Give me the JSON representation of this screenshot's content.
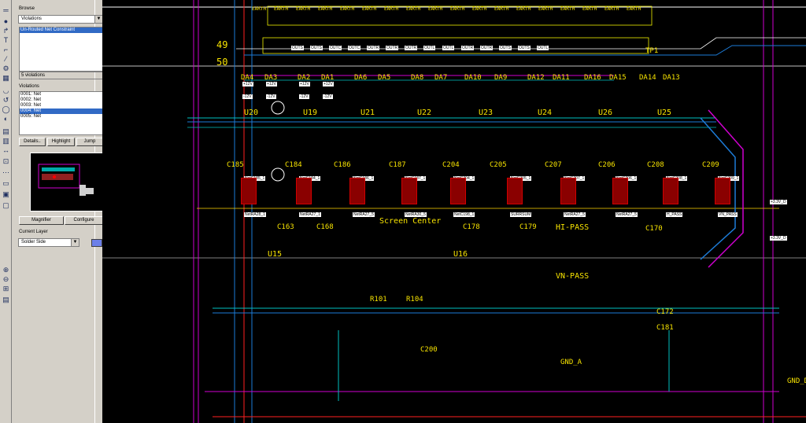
{
  "toolbar": {
    "icons": [
      "route-icon",
      "pointer-icon",
      "text-icon",
      "wire-icon",
      "pad-icon",
      "arc-icon",
      "zoom-icon",
      "layers-icon",
      "settings-icon"
    ]
  },
  "browser": {
    "title": "Browse",
    "mode": "Violations",
    "rules": [
      "Un-Routed Net Constraint"
    ],
    "count": "5 violations",
    "violations_label": "Violations",
    "violations": [
      "0001: Net",
      "0002: Net",
      "0003: Net",
      "0004: Net",
      "0005: Net"
    ],
    "selected_index": 3,
    "buttons": {
      "details": "Details..",
      "highlight": "Highlight",
      "jump": "Jump"
    },
    "magnifier": "Magnifier",
    "configure": "Configure",
    "current_layer_label": "Current Layer",
    "current_layer": "Solder Side",
    "layer_color": "#6b7fe8"
  },
  "pcb": {
    "top_labels": [
      "EARTH",
      "EARTH",
      "EARTH",
      "EARTH",
      "EARTH",
      "EARTH",
      "EARTH",
      "EARTH",
      "EARTH",
      "EARTH",
      "EARTH",
      "EARTH",
      "EARTH",
      "EARTH",
      "EARTH",
      "EARTH",
      "EARTH",
      "EARTH"
    ],
    "connector_labels": [
      "OUTS",
      "OUTS",
      "OUTC",
      "OUTC",
      "OUTR",
      "OUTR",
      "OUTR",
      "OUTL",
      "OUTL",
      "OUTR",
      "OUTR",
      "OUTS",
      "OUTS",
      "OUTL"
    ],
    "dac_labels": [
      "DA4",
      "DA3",
      "DA2",
      "DA1",
      "DA6",
      "DA5",
      "DA8",
      "DA7",
      "DA10",
      "DA9",
      "DA12",
      "DA11",
      "DA16",
      "DA15",
      "DA14",
      "DA13"
    ],
    "u_labels": [
      "U20",
      "U19",
      "U21",
      "U22",
      "U23",
      "U24",
      "U26",
      "U25"
    ],
    "c_labels": [
      "C185",
      "C184",
      "C186",
      "C187",
      "C204",
      "C205",
      "C207",
      "C206",
      "C208",
      "C209"
    ],
    "net_labels": [
      "NetC185_1",
      "NetC184_1",
      "NetC186_1",
      "NetC187_1",
      "NetC204_1",
      "NetC205_1",
      "NetC207_1",
      "NetC206_1",
      "NetC208_1",
      "NetC209_1"
    ],
    "ra_labels": [
      "NetRA28_1",
      "NetRA27_1",
      "NetRA27_5",
      "NetRA30_5",
      "NetC198_1",
      "SURRSUM",
      "NetRA27_5",
      "NetRA27_5",
      "H_PASS",
      "VN_PASS"
    ],
    "text": {
      "screen_center": "Screen Center",
      "hi_pass": "HI-PASS",
      "vn_pass": "VN-PASS",
      "tp1": "TP1",
      "u15": "U15",
      "u16": "U16",
      "c163": "C163",
      "c168": "C168",
      "c178": "C178",
      "c179": "C179",
      "c170": "C170",
      "c172": "C172",
      "c181": "C181",
      "c200": "C200",
      "r101": "R101",
      "r104": "R104",
      "gnd_a": "GND_A",
      "gnd_d": "GND_D",
      "c209": "C209",
      "num_49": "49",
      "num_50": "50",
      "plus12": "+12V",
      "minus12": "-12V",
      "plus33": "+3.3V_D"
    }
  }
}
